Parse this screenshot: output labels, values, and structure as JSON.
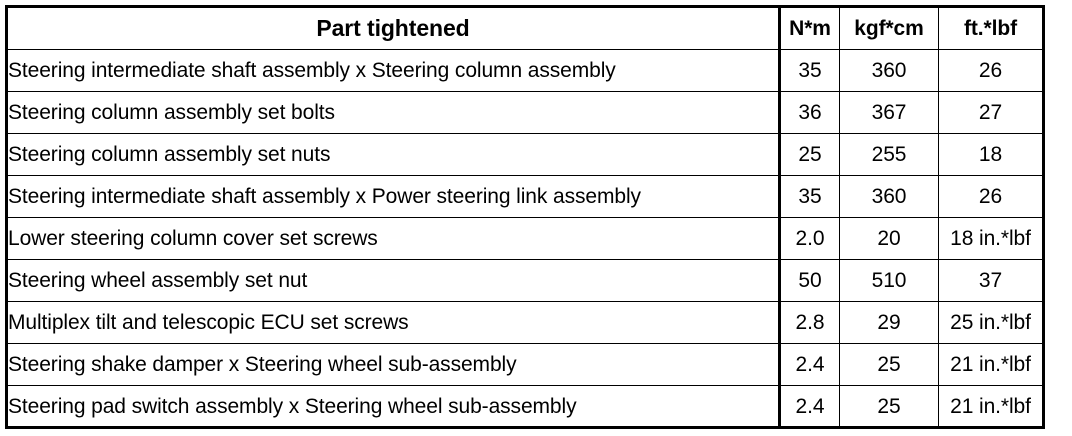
{
  "document": {
    "type": "table",
    "title": "Torque specification table",
    "background_color": "#ffffff",
    "text_color": "#000000",
    "border_color": "#000000"
  },
  "table": {
    "columns": [
      {
        "key": "part",
        "label": "Part tightened",
        "align": "center"
      },
      {
        "key": "nm",
        "label": "N*m",
        "align": "center"
      },
      {
        "key": "kgfcm",
        "label": "kgf*cm",
        "align": "center"
      },
      {
        "key": "ftlbf",
        "label": "ft.*lbf",
        "align": "center"
      }
    ],
    "rows": [
      {
        "part": "Steering intermediate shaft assembly x Steering column assembly",
        "nm": "35",
        "kgfcm": "360",
        "ftlbf": "26"
      },
      {
        "part": "Steering column assembly set bolts",
        "nm": "36",
        "kgfcm": "367",
        "ftlbf": "27"
      },
      {
        "part": "Steering column assembly set nuts",
        "nm": "25",
        "kgfcm": "255",
        "ftlbf": "18"
      },
      {
        "part": "Steering intermediate shaft assembly x Power steering link assembly",
        "nm": "35",
        "kgfcm": "360",
        "ftlbf": "26"
      },
      {
        "part": "Lower steering column cover set screws",
        "nm": "2.0",
        "kgfcm": "20",
        "ftlbf": "18 in.*lbf"
      },
      {
        "part": "Steering wheel assembly set nut",
        "nm": "50",
        "kgfcm": "510",
        "ftlbf": "37"
      },
      {
        "part": "Multiplex tilt and telescopic ECU set screws",
        "nm": "2.8",
        "kgfcm": "29",
        "ftlbf": "25 in.*lbf"
      },
      {
        "part": "Steering shake damper x Steering wheel sub-assembly",
        "nm": "2.4",
        "kgfcm": "25",
        "ftlbf": "21 in.*lbf"
      },
      {
        "part": "Steering pad switch assembly x Steering wheel sub-assembly",
        "nm": "2.4",
        "kgfcm": "25",
        "ftlbf": "21 in.*lbf"
      }
    ]
  }
}
